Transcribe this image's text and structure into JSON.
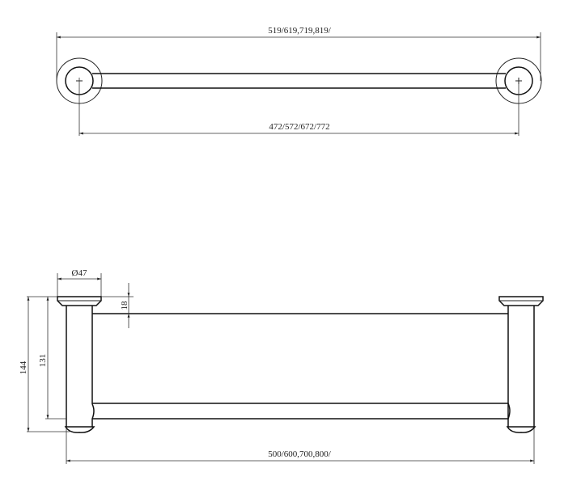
{
  "top_view": {
    "overall_length_label": "519/619,719,819/",
    "center_distance_label": "472/572/672/772"
  },
  "side_view": {
    "diameter_label": "Ø47",
    "rail_offset_label": "18",
    "height_131_label": "131",
    "height_144_label": "144",
    "length_label": "500/600,700,800/"
  }
}
